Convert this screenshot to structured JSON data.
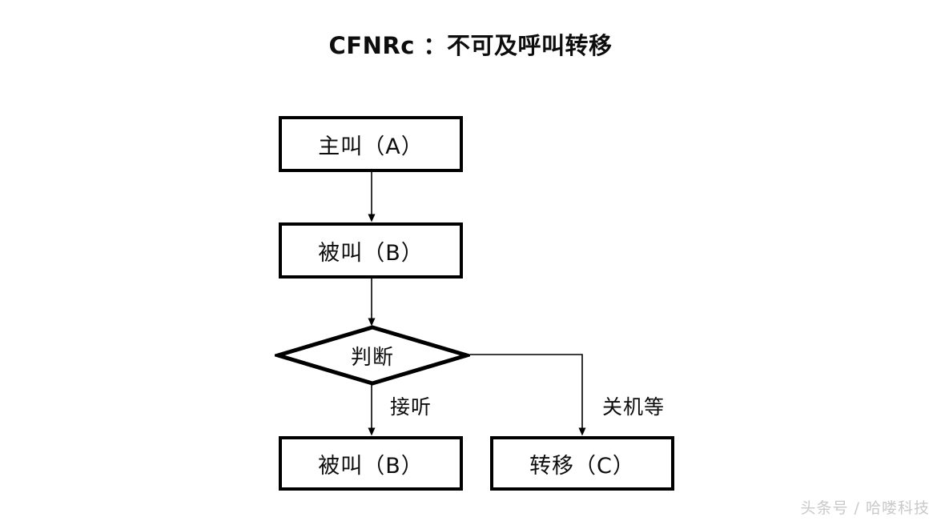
{
  "diagram": {
    "title": "CFNRc ：不可及呼叫转移",
    "background_color": "#ffffff",
    "stroke_color": "#000000",
    "text_color": "#0d0d0d",
    "nodes": [
      {
        "id": "caller",
        "label": "主叫（A）",
        "shape": "rectangle"
      },
      {
        "id": "callee",
        "label": "被叫（B）",
        "shape": "rectangle"
      },
      {
        "id": "decision",
        "label": "判断",
        "shape": "diamond"
      },
      {
        "id": "answer",
        "label": "被叫（B）",
        "shape": "rectangle"
      },
      {
        "id": "transfer",
        "label": "转移（C）",
        "shape": "rectangle"
      }
    ],
    "edges": [
      {
        "from": "caller",
        "to": "callee",
        "label": ""
      },
      {
        "from": "callee",
        "to": "decision",
        "label": ""
      },
      {
        "from": "decision",
        "to": "answer",
        "label": "接听"
      },
      {
        "from": "decision",
        "to": "transfer",
        "label": "关机等"
      }
    ]
  },
  "watermark": {
    "text": "头条号 / 哈喽科技",
    "color": "#c9c9c9"
  }
}
